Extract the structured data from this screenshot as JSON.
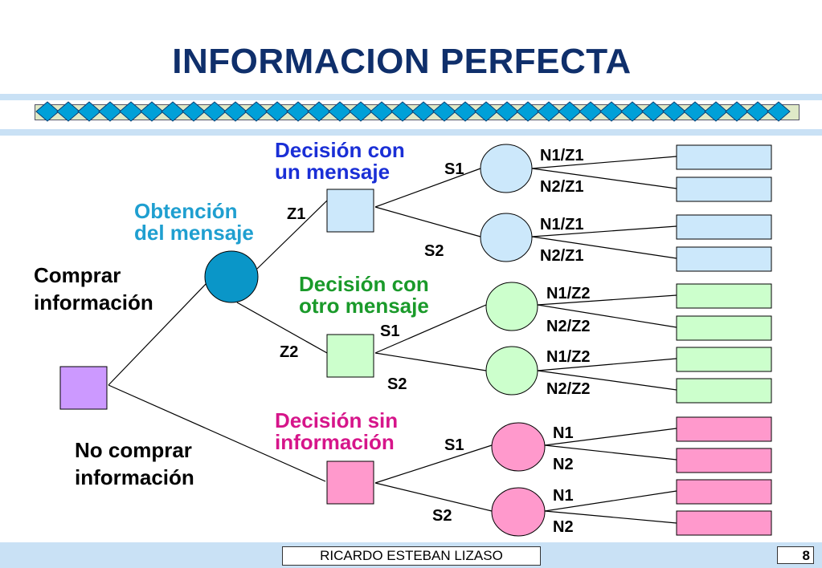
{
  "title": "INFORMACION PERFECTA",
  "labels": {
    "decision_con_un_mensaje": [
      "Decisión con",
      "un mensaje"
    ],
    "obtencion_del_mensaje": [
      "Obtención",
      "del mensaje"
    ],
    "comprar_informacion": [
      "Comprar",
      "información"
    ],
    "decision_con_otro_mensaje": [
      "Decisión con",
      "otro mensaje"
    ],
    "decision_sin_informacion": [
      "Decisión sin",
      "información"
    ],
    "no_comprar_informacion": [
      "No comprar",
      "información"
    ]
  },
  "branches": {
    "z1": "Z1",
    "z2": "Z2",
    "s1_top": "S1",
    "s2_top": "S2",
    "s1_mid": "S1",
    "s2_mid": "S2",
    "s1_bot": "S1",
    "s2_bot": "S2",
    "outcomes": [
      "N1/Z1",
      "N2/Z1",
      "N1/Z1",
      "N2/Z1",
      "N1/Z2",
      "N2/Z2",
      "N1/Z2",
      "N2/Z2",
      "N1",
      "N2",
      "N1",
      "N2"
    ]
  },
  "colors": {
    "title": "#0f2f6b",
    "band": "#c9e1f5",
    "strip": "#dfe9c7",
    "diamond": "#00a0d8",
    "root": "#cc99ff",
    "chance_node": "#0a96c8",
    "blue_group": "#cce8fb",
    "green_group": "#ccffcc",
    "pink_group": "#ff99cc"
  },
  "footer": {
    "author": "RICARDO ESTEBAN LIZASO",
    "page": "8"
  }
}
